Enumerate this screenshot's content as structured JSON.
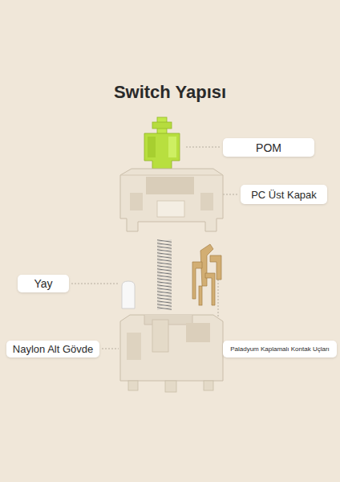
{
  "diagram": {
    "title": "Switch Yapısı",
    "nodes": [
      {
        "text": [
          "POM"
        ]
      },
      {
        "text": [
          "PC Üst Kapak"
        ]
      },
      {
        "text": [
          "Yay"
        ]
      },
      {
        "text": [
          "Naylon Alt Gövde"
        ]
      },
      {
        "text": [
          "Paladyum Kaplamalı Kontak Uçları"
        ]
      }
    ]
  }
}
